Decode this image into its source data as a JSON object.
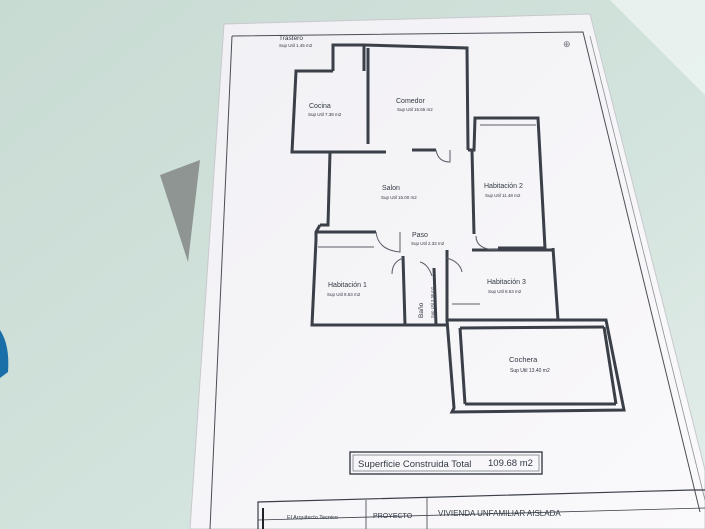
{
  "plan": {
    "trastero": {
      "name": "Trastero",
      "area": "Sup Util 1.45 m2"
    },
    "cocina": {
      "name": "Cocina",
      "area": "Sup Util 7.38 m2"
    },
    "comedor": {
      "name": "Comedor",
      "area": "Sup Util 15.65 m2"
    },
    "salon": {
      "name": "Salon",
      "area": "Sup Util 15.00 m2"
    },
    "habitacion2": {
      "name": "Habitación 2",
      "area": "Sup Util 11.48 m2"
    },
    "paso": {
      "name": "Paso",
      "area": "Sup Util 2.32 m2"
    },
    "habitacion1": {
      "name": "Habitación 1",
      "area": "Sup Util 9.53 m2"
    },
    "bano": {
      "name": "Baño",
      "area": "Sup Util 3.38 m2"
    },
    "habitacion3": {
      "name": "Habitación 3",
      "area": "Sup Util 8.63 m2"
    },
    "cochera": {
      "name": "Cochera",
      "area": "Sup Util 13.40 m2"
    }
  },
  "total_area": {
    "label": "Superficie Construida Total",
    "value": "109.68 m2"
  },
  "title_block": {
    "architect_label": "El Arquitecto Tecnico",
    "project_label": "PROYECTO",
    "project_name": "VIVIENDA UNFAMILIAR AISLADA"
  },
  "colors": {
    "table": "#cfe0da",
    "paper": "#f6f5f7",
    "ink": "#3a3f48"
  }
}
